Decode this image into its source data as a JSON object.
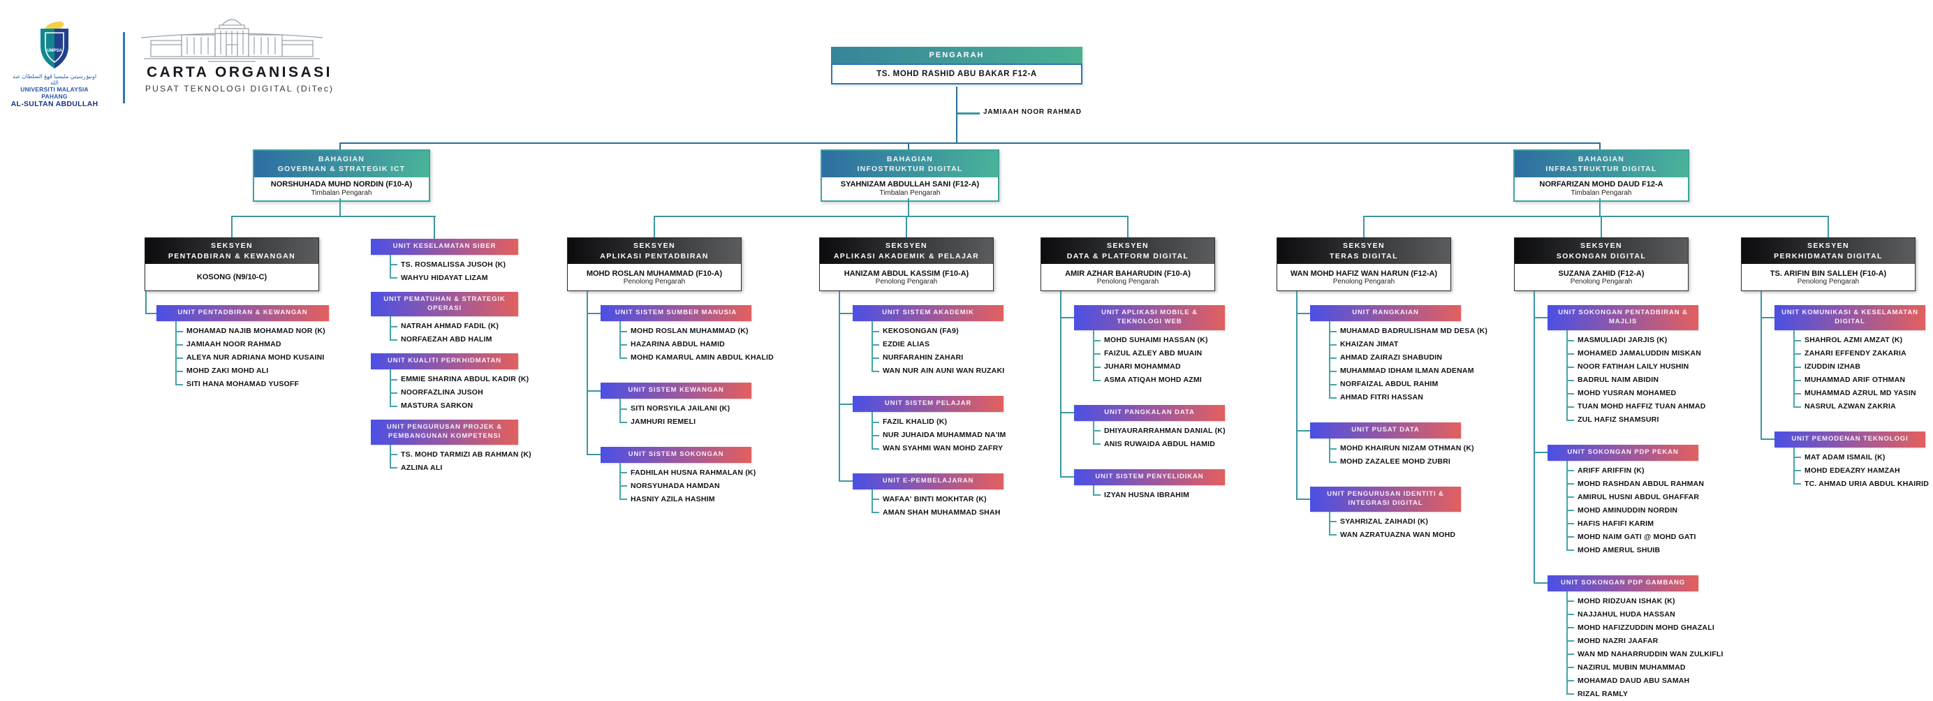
{
  "brand": {
    "arabic": "اونيۏرسيتي مليسيا ڤهڠ السلطان عبد الله",
    "line1": "UNIVERSITI MALAYSIA PAHANG",
    "line2": "AL-SULTAN ABDULLAH",
    "shield_text": "UMPSA",
    "title": "CARTA ORGANISASI",
    "subtitle": "PUSAT TEKNOLOGI DIGITAL (DiTec)"
  },
  "colors": {
    "teal_gradient": [
      "#37849b",
      "#4ab093"
    ],
    "bahagian_gradient": [
      "#2d6da3",
      "#4ab49a"
    ],
    "seksyen_gradient": [
      "#0c0c0e",
      "#5a5c5e"
    ],
    "unit_gradient": [
      "#4b50e4",
      "#e2605f"
    ],
    "trunk_connector": "#2b6e95",
    "branch_connector": "#3b96a0"
  },
  "pengarah": {
    "title": "PENGARAH",
    "name": "TS. MOHD RASHID ABU BAKAR F12-A"
  },
  "assistant": {
    "name": "JAMIAAH NOOR RAHMAD"
  },
  "bahagian": [
    {
      "title_line1": "BAHAGIAN",
      "title_line2": "GOVERNAN & STRATEGIK ICT",
      "name": "NORSHUHADA MUHD NORDIN (F10-A)",
      "role": "Timbalan Pengarah"
    },
    {
      "title_line1": "BAHAGIAN",
      "title_line2": "INFOSTRUKTUR DIGITAL",
      "name": "SYAHNIZAM ABDULLAH SANI (F12-A)",
      "role": "Timbalan Pengarah"
    },
    {
      "title_line1": "BAHAGIAN",
      "title_line2": "INFRASTRUKTUR DIGITAL",
      "name": "NORFARIZAN MOHD DAUD F12-A",
      "role": "Timbalan Pengarah"
    }
  ],
  "columns": [
    {
      "parent_bahagian": 0,
      "seksyen": {
        "title_line1": "SEKSYEN",
        "title_line2": "PENTADBIRAN & KEWANGAN",
        "name": "KOSONG (N9/10-C)",
        "role": ""
      },
      "units": [
        {
          "title": "UNIT PENTADBIRAN & KEWANGAN",
          "members": [
            "MOHAMAD NAJIB MOHAMAD NOR (K)",
            "JAMIAAH NOOR RAHMAD",
            "ALEYA NUR ADRIANA MOHD KUSAINI",
            "MOHD ZAKI MOHD ALI",
            "SITI HANA MOHAMAD YUSOFF"
          ]
        }
      ]
    },
    {
      "parent_bahagian": 0,
      "seksyen": null,
      "units": [
        {
          "title": "UNIT KESELAMATAN SIBER",
          "members": [
            "TS. ROSMALISSA JUSOH (K)",
            "WAHYU HIDAYAT LIZAM"
          ]
        },
        {
          "title": "UNIT PEMATUHAN & STRATEGIK OPERASI",
          "members": [
            "NATRAH AHMAD FADIL (K)",
            "NORFAEZAH ABD HALIM"
          ]
        },
        {
          "title": "UNIT KUALITI PERKHIDMATAN",
          "members": [
            "EMMIE SHARINA ABDUL KADIR (K)",
            "NOORFAZLINA JUSOH",
            "MASTURA SARKON"
          ]
        },
        {
          "title": "UNIT PENGURUSAN PROJEK & PEMBANGUNAN KOMPETENSI",
          "members": [
            "TS. MOHD TARMIZI AB RAHMAN (K)",
            "AZLINA ALI"
          ]
        }
      ]
    },
    {
      "parent_bahagian": 1,
      "seksyen": {
        "title_line1": "SEKSYEN",
        "title_line2": "APLIKASI PENTADBIRAN",
        "name": "MOHD ROSLAN MUHAMMAD (F10-A)",
        "role": "Penolong Pengarah"
      },
      "units": [
        {
          "title": "UNIT SISTEM SUMBER MANUSIA",
          "members": [
            "MOHD ROSLAN MUHAMMAD (K)",
            "HAZARINA ABDUL HAMID",
            "MOHD KAMARUL AMIN ABDUL KHALID"
          ]
        },
        {
          "title": "UNIT SISTEM KEWANGAN",
          "members": [
            "SITI NORSYILA JAILANI (K)",
            "JAMHURI REMELI"
          ]
        },
        {
          "title": "UNIT SISTEM SOKONGAN",
          "members": [
            "FADHILAH HUSNA RAHMALAN (K)",
            "NORSYUHADA HAMDAN",
            "HASNIY AZILA HASHIM"
          ]
        }
      ]
    },
    {
      "parent_bahagian": 1,
      "seksyen": {
        "title_line1": "SEKSYEN",
        "title_line2": "APLIKASI AKADEMIK & PELAJAR",
        "name": "HANIZAM ABDUL KASSIM (F10-A)",
        "role": "Penolong Pengarah"
      },
      "units": [
        {
          "title": "UNIT SISTEM AKADEMIK",
          "members": [
            "KEKOSONGAN (FA9)",
            "EZDIE ALIAS",
            "NURFARAHIN ZAHARI",
            "WAN NUR AIN AUNI WAN RUZAKI"
          ]
        },
        {
          "title": "UNIT SISTEM PELAJAR",
          "members": [
            "FAZIL KHALID (K)",
            "NUR JUHAIDA MUHAMMAD NA'IM",
            "WAN SYAHMI WAN MOHD ZAFRY"
          ]
        },
        {
          "title": "UNIT E-PEMBELAJARAN",
          "members": [
            "WAFAA' BINTI MOKHTAR (K)",
            "AMAN SHAH MUHAMMAD SHAH"
          ]
        }
      ]
    },
    {
      "parent_bahagian": 1,
      "seksyen": {
        "title_line1": "SEKSYEN",
        "title_line2": "DATA & PLATFORM DIGITAL",
        "name": "AMIR AZHAR BAHARUDIN (F10-A)",
        "role": "Penolong Pengarah"
      },
      "units": [
        {
          "title": "UNIT APLIKASI MOBILE & TEKNOLOGI WEB",
          "members": [
            "MOHD SUHAIMI HASSAN (K)",
            "FAIZUL AZLEY ABD MUAIN",
            "JUHARI MOHAMMAD",
            "ASMA ATIQAH MOHD AZMI"
          ]
        },
        {
          "title": "UNIT PANGKALAN DATA",
          "members": [
            "DHIYAURARRAHMAN DANIAL (K)",
            "ANIS RUWAIDA ABDUL HAMID"
          ]
        },
        {
          "title": "UNIT SISTEM PENYELIDIKAN",
          "members": [
            "IZYAN HUSNA IBRAHIM"
          ]
        }
      ]
    },
    {
      "parent_bahagian": 2,
      "seksyen": {
        "title_line1": "SEKSYEN",
        "title_line2": "TERAS DIGITAL",
        "name": "WAN MOHD HAFIZ WAN HARUN (F12-A)",
        "role": "Penolong Pengarah"
      },
      "units": [
        {
          "title": "UNIT RANGKAIAN",
          "members": [
            "MUHAMAD BADRULISHAM MD DESA (K)",
            "KHAIZAN JIMAT",
            "AHMAD ZAIRAZI SHABUDIN",
            "MUHAMMAD IDHAM ILMAN ADENAM",
            "NORFAIZAL ABDUL RAHIM",
            "AHMAD FITRI HASSAN"
          ]
        },
        {
          "title": "UNIT PUSAT DATA",
          "members": [
            "MOHD KHAIRUN NIZAM OTHMAN (K)",
            "MOHD ZAZALEE MOHD ZUBRI"
          ]
        },
        {
          "title": "UNIT PENGURUSAN IDENTITI & INTEGRASI DIGITAL",
          "members": [
            "SYAHRIZAL ZAIHADI (K)",
            "WAN AZRATUAZNA WAN MOHD"
          ]
        }
      ]
    },
    {
      "parent_bahagian": 2,
      "seksyen": {
        "title_line1": "SEKSYEN",
        "title_line2": "SOKONGAN DIGITAL",
        "name": "SUZANA ZAHID (F12-A)",
        "role": "Penolong Pengarah"
      },
      "units": [
        {
          "title": "UNIT SOKONGAN PENTADBIRAN & MAJLIS",
          "members": [
            "MASMULIADI JARJIS (K)",
            "MOHAMED JAMALUDDIN MISKAN",
            "NOOR FATIHAH LAILY HUSHIN",
            "BADRUL NAIM ABIDIN",
            "MOHD YUSRAN MOHAMED",
            "TUAN MOHD HAFFIZ TUAN AHMAD",
            "ZUL HAFIZ SHAMSURI"
          ]
        },
        {
          "title": "UNIT SOKONGAN PDP PEKAN",
          "members": [
            "ARIFF ARIFFIN (K)",
            "MOHD RASHDAN ABDUL RAHMAN",
            "AMIRUL HUSNI ABDUL GHAFFAR",
            "MOHD AMINUDDIN NORDIN",
            "HAFIS HAFIFI KARIM",
            "MOHD NAIM GATI @ MOHD GATI",
            "MOHD AMERUL SHUIB"
          ]
        },
        {
          "title": "UNIT SOKONGAN PDP GAMBANG",
          "members": [
            "MOHD RIDZUAN ISHAK (K)",
            "NAJJAHUL HUDA HASSAN",
            "MOHD HAFIZZUDDIN MOHD GHAZALI",
            "MOHD NAZRI JAAFAR",
            "WAN MD NAHARRUDDIN WAN ZULKIFLI",
            "NAZIRUL MUBIN MUHAMMAD",
            "MOHAMAD DAUD ABU SAMAH",
            "RIZAL RAMLY"
          ]
        }
      ]
    },
    {
      "parent_bahagian": 2,
      "seksyen": {
        "title_line1": "SEKSYEN",
        "title_line2": "PERKHIDMATAN DIGITAL",
        "name": "TS. ARIFIN BIN SALLEH (F10-A)",
        "role": "Penolong Pengarah"
      },
      "units": [
        {
          "title": "UNIT KOMUNIKASI & KESELAMATAN DIGITAL",
          "members": [
            "SHAHROL AZMI AMZAT (K)",
            "ZAHARI EFFENDY ZAKARIA",
            "IZUDDIN IZHAB",
            "MUHAMMAD ARIF OTHMAN",
            "MUHAMMAD AZRUL MD YASIN",
            "NASRUL AZWAN ZAKRIA"
          ]
        },
        {
          "title": "UNIT PEMODENAN TEKNOLOGI",
          "members": [
            "MAT ADAM ISMAIL (K)",
            "MOHD EDEAZRY HAMZAH",
            "TC. AHMAD URIA ABDUL KHAIRID"
          ]
        }
      ]
    }
  ]
}
